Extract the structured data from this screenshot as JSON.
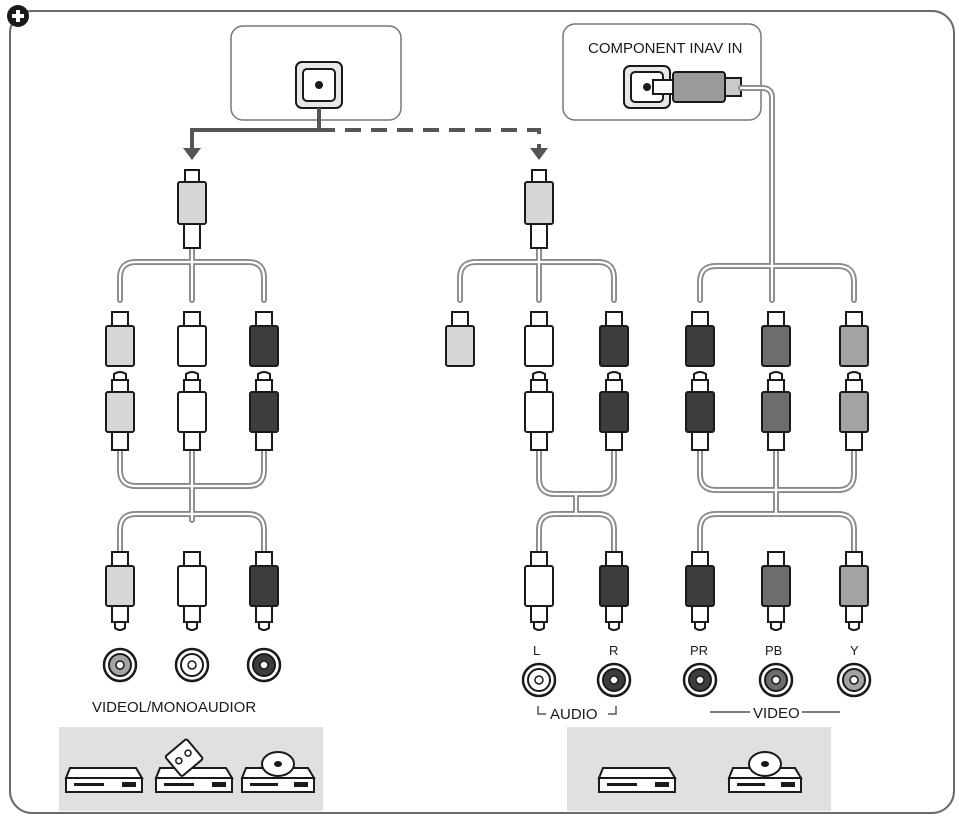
{
  "labels": {
    "component_in": "COMPONENT INAV IN",
    "left_group": "VIDEOL/MONOAUDIOR",
    "audio": "AUDIO",
    "video": "VIDEO",
    "jack_l": "L",
    "jack_r": "R",
    "jack_pr": "PR",
    "jack_pb": "PB",
    "jack_y": "Y"
  },
  "icons": {
    "corner": "plus-circle-icon",
    "av_port": "av-port-icon",
    "component_port": "component-port-icon",
    "devices_left": [
      "dvd-player-icon",
      "vcr-icon",
      "disc-player-icon"
    ],
    "devices_right": [
      "dvd-player-icon",
      "disc-player-icon"
    ]
  },
  "colors": {
    "frame": "#6a6a6a",
    "plug_light": "#d6d6d6",
    "plug_white": "#ffffff",
    "plug_dark": "#3d3d3d",
    "plug_mid": "#6d6d6d",
    "plug_grey": "#a3a3a3",
    "device_panel": "#e0e0e0",
    "cable": "#8a8a8a"
  }
}
